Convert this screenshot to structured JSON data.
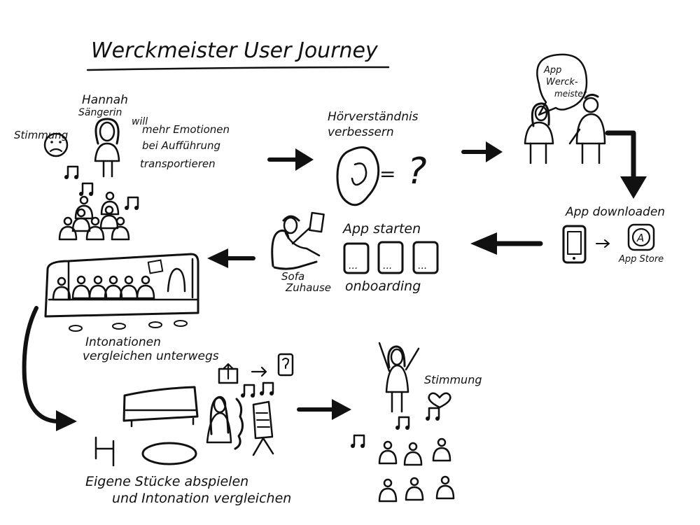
{
  "title": "Werckmeister User Journey",
  "ink": "#111111",
  "background": "#ffffff",
  "steps": {
    "persona": {
      "mood": "Stimmung",
      "name": "Hannah",
      "role": "Sängerin",
      "goal_line1": "will",
      "goal_line2": "mehr Emotionen",
      "goal_line3": "bei Aufführung",
      "goal_line4": "transportieren"
    },
    "ear": {
      "line1": "Hörverständnis",
      "line2": "verbessern",
      "equals": "=",
      "question": "?"
    },
    "recommend": {
      "bubble_line1": "App",
      "bubble_line2": "Werck-",
      "bubble_line3": "meister"
    },
    "download": {
      "label": "App downloaden",
      "store": "App Store",
      "store_glyph": "A"
    },
    "start": {
      "label": "App starten",
      "onboarding": "onboarding",
      "sofa_line1": "Sofa",
      "sofa_line2": "Zuhause",
      "screen_dots": "..."
    },
    "commute": {
      "line1": "Intonationen",
      "line2": "vergleichen unterwegs"
    },
    "practice": {
      "line1": "Eigene Stücke abspielen",
      "line2": "und Intonation vergleichen"
    },
    "result": {
      "mood": "Stimmung"
    }
  }
}
